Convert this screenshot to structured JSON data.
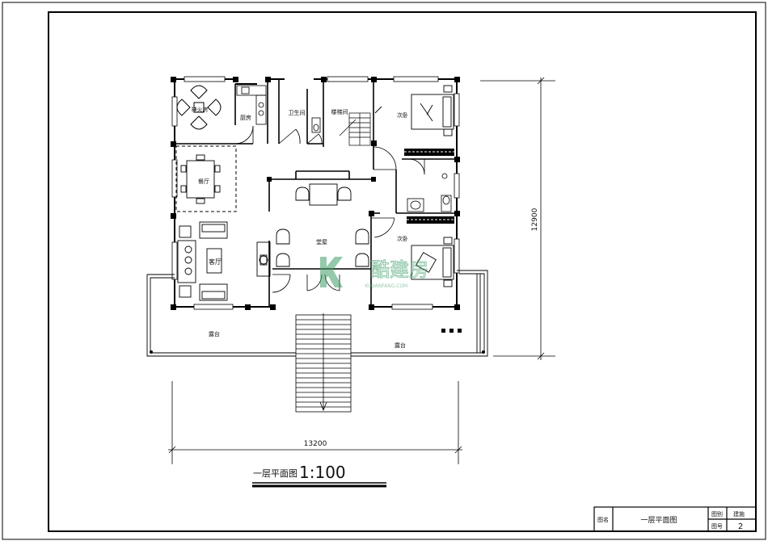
{
  "rooms": {
    "shrine": "神火房",
    "kitchen": "厨房",
    "bathroom": "卫生间",
    "stair_room": "楼梯间",
    "bedroom_top": "次卧",
    "dining": "餐厅",
    "hall": "堂屋",
    "living": "客厅",
    "bedroom_bottom": "次卧",
    "terrace_left": "露台",
    "terrace_right": "露台"
  },
  "dimensions": {
    "width": "13200",
    "depth": "12900"
  },
  "caption": {
    "title": "一层平面图",
    "scale": "1:100"
  },
  "watermark": {
    "brand": "酷建房",
    "url": "KUJIANFANG.COM"
  },
  "title_block": {
    "name_label": "图名",
    "name_value": "一层平面图",
    "category_label": "图别",
    "category_value": "建施",
    "number_label": "图号",
    "number_value": "2"
  }
}
